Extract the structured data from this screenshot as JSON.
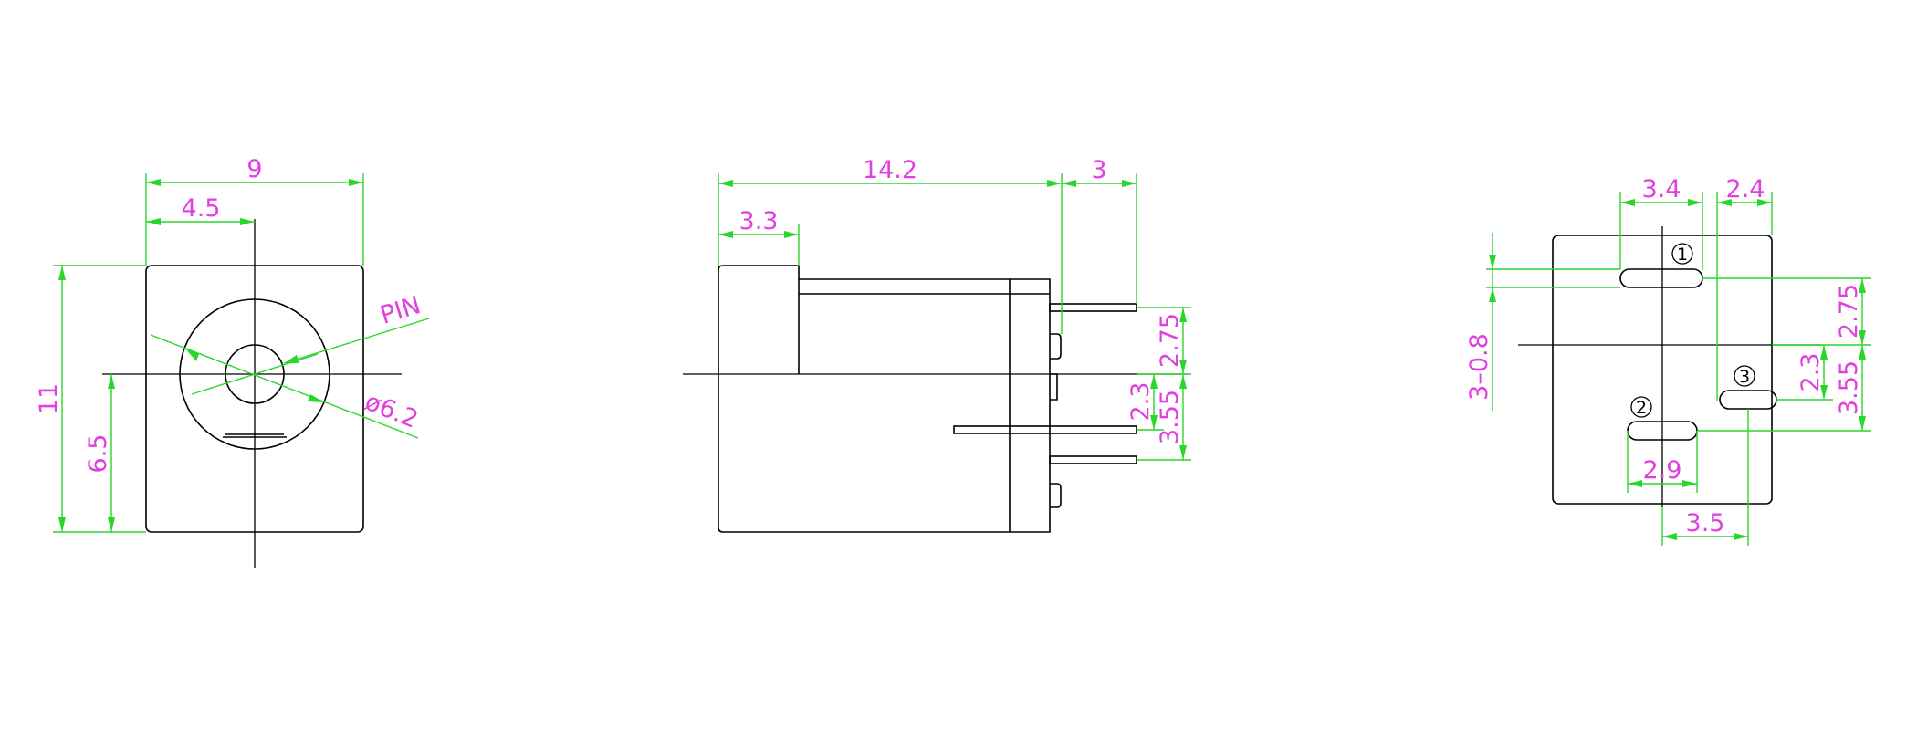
{
  "drawing": {
    "line_color": "#000000",
    "dimension_line_color": "#2bd62b",
    "dimension_text_color": "#e040e0"
  },
  "front_view": {
    "width": "9",
    "half_width": "4.5",
    "height": "11",
    "center_height": "6.5",
    "pin_label": "PIN",
    "diameter": "ø6.2"
  },
  "side_view": {
    "body_length": "14.2",
    "pin_length": "3",
    "step_length": "3.3",
    "upper_pin_offset": "2.75",
    "middle_pin_offset": "2.3",
    "lower_pin_offset": "3.55"
  },
  "bottom_view": {
    "pin1_spacing": "3.4",
    "right_offset": "2.4",
    "hole_spec": "3–0.8",
    "pin1_offset": "2.75",
    "pin3_offset": "2.3",
    "pin2_offset": "3.55",
    "pin2_spacing": "2.9",
    "pin3_spacing": "3.5",
    "pin1_label": "1",
    "pin2_label": "2",
    "pin3_label": "3"
  }
}
